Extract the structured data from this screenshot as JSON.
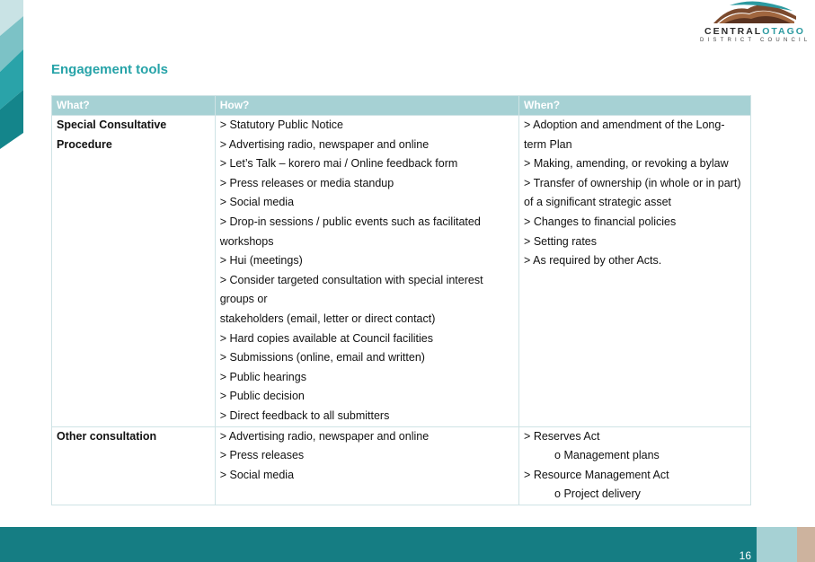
{
  "logo": {
    "name_part1": "CENTRAL",
    "name_part2": "OTAGO",
    "subtitle": "DISTRICT COUNCIL"
  },
  "title": "Engagement tools",
  "table": {
    "headers": [
      "What?",
      "How?",
      "When?"
    ],
    "rows": [
      {
        "what": [
          "Special Consultative",
          "Procedure"
        ],
        "how": [
          "> Statutory Public Notice",
          "> Advertising radio, newspaper and online",
          "> Let’s Talk – korero mai / Online feedback form",
          "> Press releases or media standup",
          "> Social media",
          "> Drop-in sessions / public events such as facilitated",
          "workshops",
          "> Hui (meetings)",
          "> Consider targeted consultation with special interest",
          "groups or",
          "stakeholders (email, letter or direct contact)",
          "> Hard copies available at Council facilities",
          "> Submissions (online, email and written)",
          "> Public hearings",
          "> Public decision",
          "> Direct feedback to all submitters"
        ],
        "when": [
          "> Adoption and amendment of the Long-",
          "term Plan",
          "> Making, amending, or revoking a bylaw",
          "> Transfer of ownership (in whole or in part)",
          "of a significant strategic asset",
          "> Changes to financial policies",
          "> Setting rates",
          "> As required by other Acts."
        ]
      },
      {
        "what": [
          "Other consultation"
        ],
        "how": [
          "> Advertising radio, newspaper and online",
          "> Press releases",
          "> Social media"
        ],
        "when": [
          "> Reserves Act",
          "o Management plans",
          "> Resource Management Act",
          "o Project delivery"
        ],
        "when_indented": [
          false,
          true,
          false,
          true
        ]
      }
    ]
  },
  "footer": {
    "page_number": "16"
  }
}
